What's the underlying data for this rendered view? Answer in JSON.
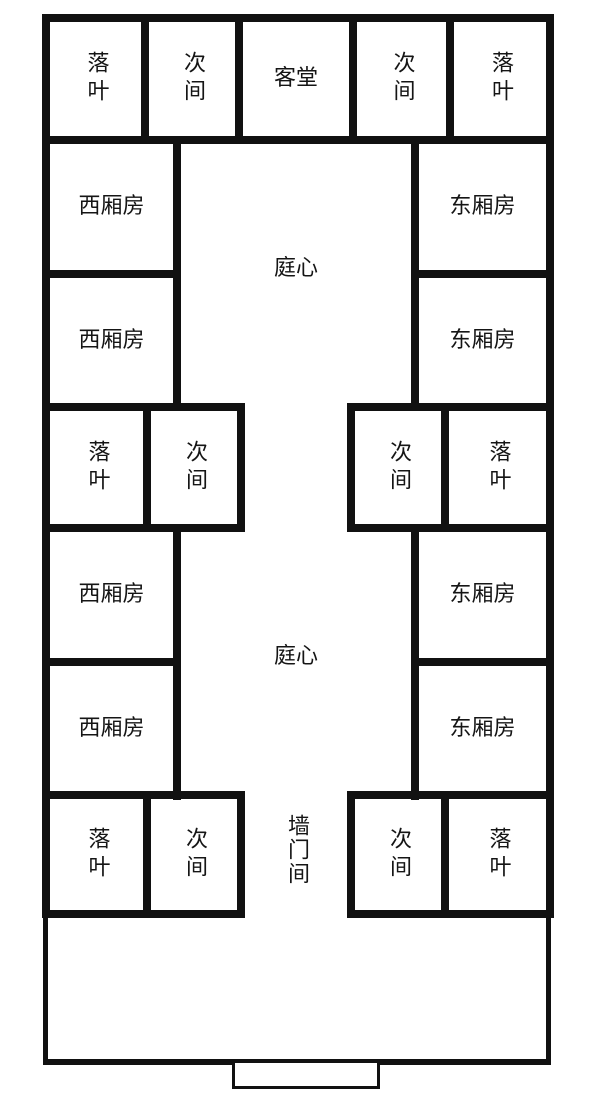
{
  "diagram": {
    "type": "floor-plan",
    "subject": "courtyard house layout"
  },
  "rooms": {
    "top_row": [
      {
        "label": "落叶",
        "position": "top-left"
      },
      {
        "label": "次间",
        "position": "top-left-inner"
      },
      {
        "label": "客堂",
        "position": "top-center"
      },
      {
        "label": "次间",
        "position": "top-right-inner"
      },
      {
        "label": "落叶",
        "position": "top-right"
      }
    ],
    "west_wing_upper": [
      {
        "label": "西厢房"
      },
      {
        "label": "西厢房"
      }
    ],
    "east_wing_upper": [
      {
        "label": "东厢房"
      },
      {
        "label": "东厢房"
      }
    ],
    "middle_row": [
      {
        "label": "落叶",
        "position": "mid-left"
      },
      {
        "label": "次间",
        "position": "mid-left-inner"
      },
      {
        "label": "次间",
        "position": "mid-right-inner"
      },
      {
        "label": "落叶",
        "position": "mid-right"
      }
    ],
    "west_wing_lower": [
      {
        "label": "西厢房"
      },
      {
        "label": "西厢房"
      }
    ],
    "east_wing_lower": [
      {
        "label": "东厢房"
      },
      {
        "label": "东厢房"
      }
    ],
    "bottom_row": [
      {
        "label": "落叶",
        "position": "bottom-left"
      },
      {
        "label": "次间",
        "position": "bottom-left-inner"
      },
      {
        "label": "次间",
        "position": "bottom-right-inner"
      },
      {
        "label": "落叶",
        "position": "bottom-right"
      }
    ]
  },
  "courtyards": [
    {
      "label": "庭心",
      "position": "upper"
    },
    {
      "label": "庭心",
      "position": "lower"
    }
  ],
  "gate": {
    "label": "墙门间"
  },
  "front_yard": {
    "label": ""
  },
  "entrance_step": {
    "label": ""
  },
  "colors": {
    "wall": "#111111",
    "background": "#ffffff",
    "text": "#151515"
  }
}
